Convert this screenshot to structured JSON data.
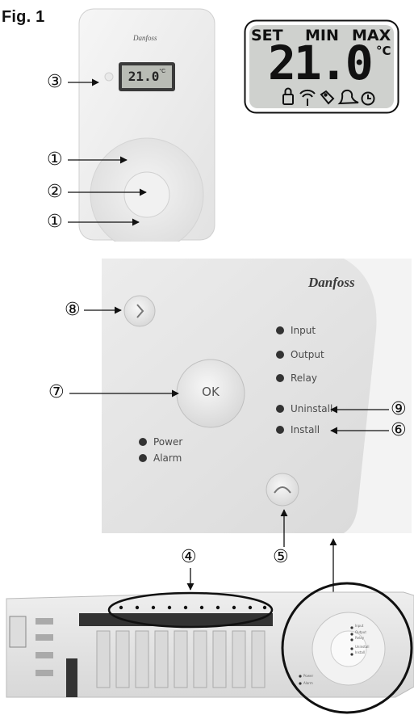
{
  "figure": {
    "title": "Fig. 1"
  },
  "thermostat": {
    "brand": "Danfoss",
    "display_reading": "21.0",
    "display_unit": "°C"
  },
  "lcd_legend": {
    "labels": [
      "SET",
      "MIN",
      "MAX"
    ],
    "reading": "21.0",
    "unit": "°C",
    "status_icons": [
      "lock-icon",
      "signal-antenna-icon",
      "tag-icon",
      "bell-icon",
      "clock-icon"
    ]
  },
  "controller": {
    "brand": "Danfoss",
    "ok_label": "OK",
    "leds": [
      "Input",
      "Output",
      "Relay",
      "Uninstall",
      "Install"
    ],
    "bottom_leds": [
      "Power",
      "Alarm"
    ]
  },
  "callouts": {
    "c1_top": "①",
    "c2": "②",
    "c3": "③",
    "c1_bottom": "①",
    "c4": "④",
    "c5": "⑤",
    "c6": "⑥",
    "c7": "⑦",
    "c8": "⑧",
    "c9": "⑨"
  },
  "base_unit": {
    "inset_leds": [
      "Input",
      "Output",
      "Relay",
      "Uninstall",
      "Install"
    ],
    "inset_bottom_leds": [
      "Power",
      "Alarm"
    ]
  }
}
